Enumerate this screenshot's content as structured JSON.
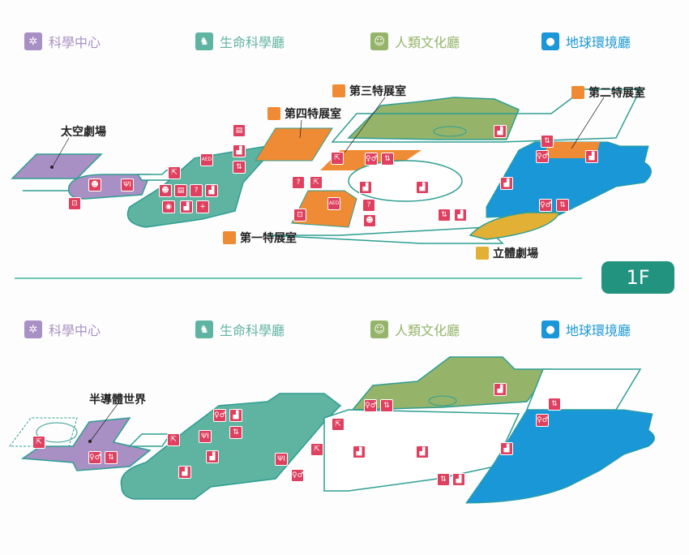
{
  "colors": {
    "science_center": "#a88fc4",
    "life_science": "#5fb3a1",
    "human_culture": "#95b46a",
    "earth_env": "#1a97d6",
    "special_exhibit": "#ef8b34",
    "theater_3d": "#e3b036",
    "facility_icon": "#e0405f",
    "outline": "#2e9e92",
    "floor_badge": "#21937f",
    "divider": "#6cc7b4"
  },
  "legend_top": [
    {
      "id": "science_center",
      "label": "科學中心",
      "icon": "atom-icon",
      "color": "#a88fc4"
    },
    {
      "id": "life_science",
      "label": "生命科學廳",
      "icon": "dinosaur-icon",
      "color": "#5fb3a1"
    },
    {
      "id": "human_culture",
      "label": "人類文化廳",
      "icon": "mask-icon",
      "color": "#95b46a"
    },
    {
      "id": "earth_env",
      "label": "地球環境廳",
      "icon": "apple-icon",
      "color": "#1a97d6"
    }
  ],
  "legend_bottom": [
    {
      "id": "science_center",
      "label": "科學中心",
      "icon": "atom-icon",
      "color": "#a88fc4"
    },
    {
      "id": "life_science",
      "label": "生命科學廳",
      "icon": "dinosaur-icon",
      "color": "#5fb3a1"
    },
    {
      "id": "human_culture",
      "label": "人類文化廳",
      "icon": "mask-icon",
      "color": "#95b46a"
    },
    {
      "id": "earth_env",
      "label": "地球環境廳",
      "icon": "apple-icon",
      "color": "#1a97d6"
    }
  ],
  "floor_1f": {
    "badge": "1F",
    "labels": {
      "space_theater": "太空劇場",
      "special_4": "第四特展室",
      "special_3": "第三特展室",
      "special_2": "第二特展室",
      "special_1": "第一特展室",
      "theater_3d": "立體劇場"
    }
  },
  "floor_b1": {
    "labels": {
      "semiconductor": "半導體世界"
    }
  },
  "icons": {
    "stairs": "▟",
    "restroom": "♀♂",
    "elevator": "⇅",
    "exit": "⇱",
    "info": "?",
    "aed": "AED",
    "first_aid": "+",
    "restaurant": "ΨI",
    "locker": "▤",
    "nursing": "◉",
    "ticket": "⊡"
  }
}
